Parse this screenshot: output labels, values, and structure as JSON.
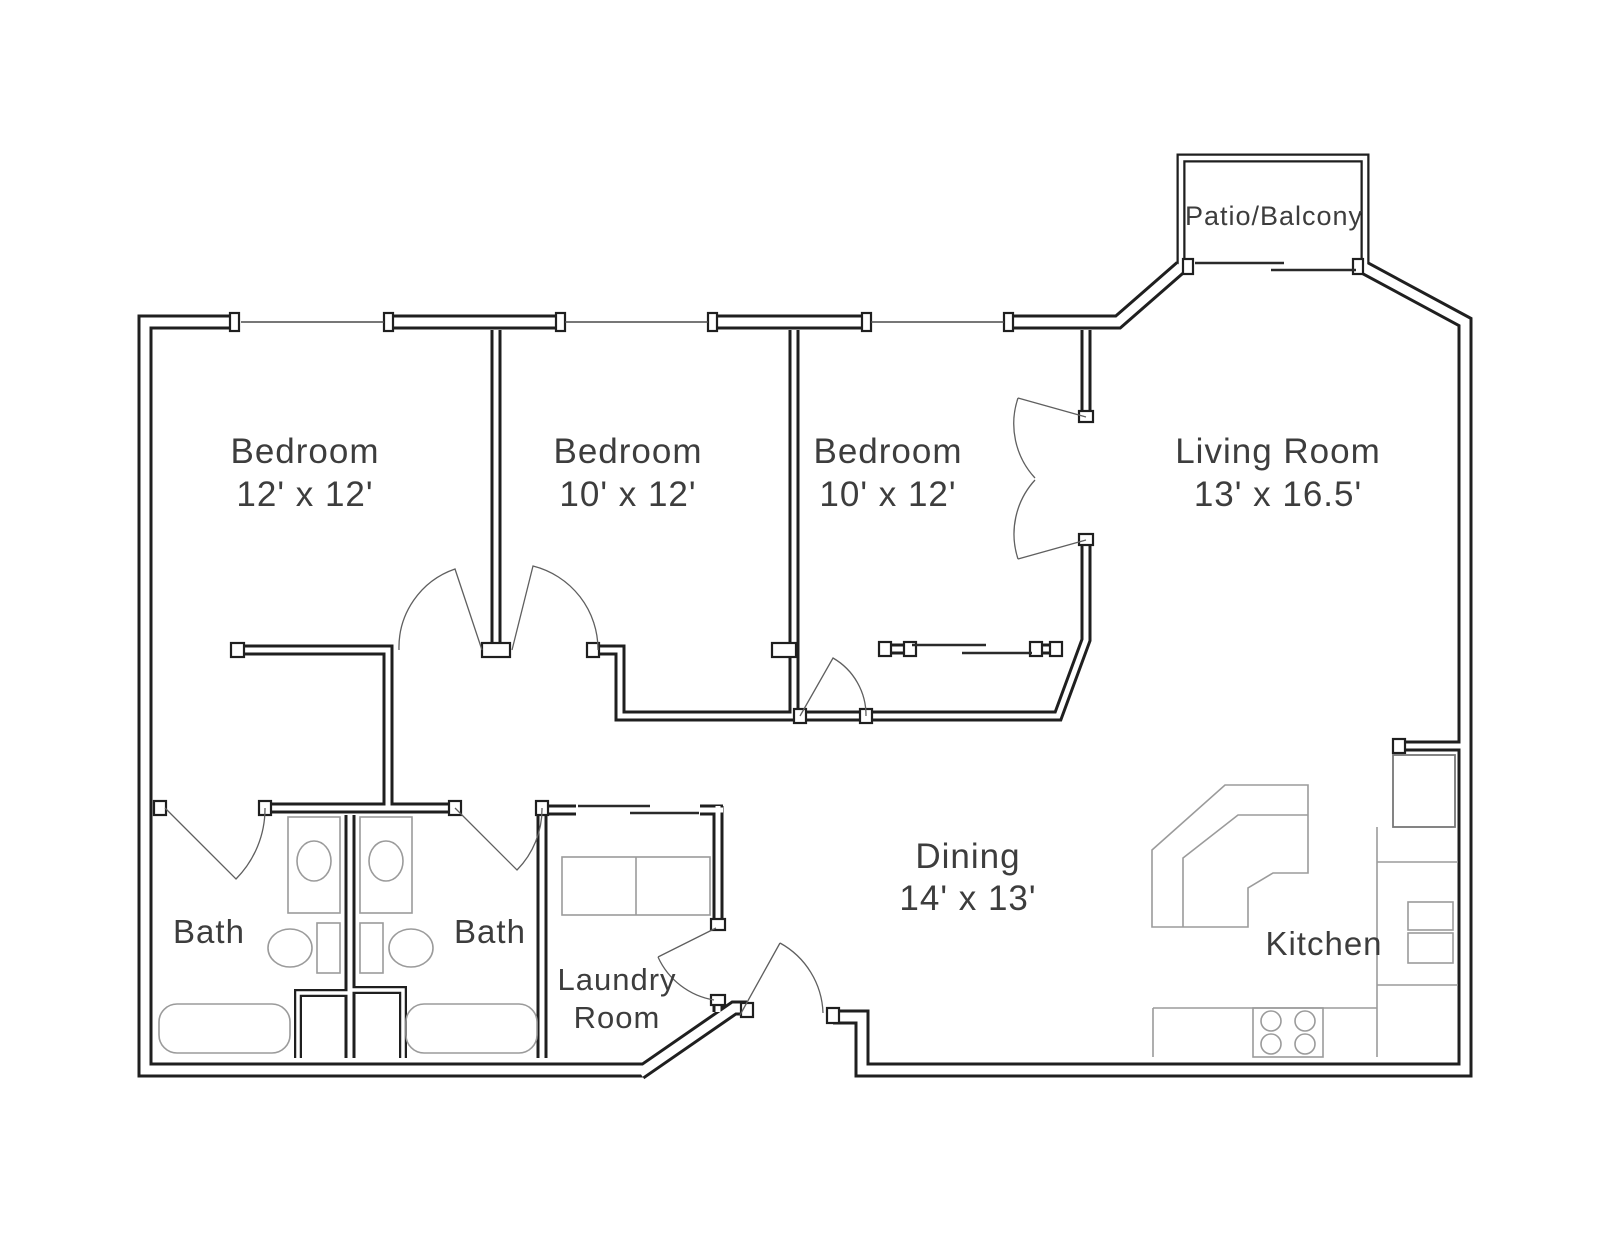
{
  "plan": {
    "rooms": {
      "bedroom1": {
        "name": "Bedroom",
        "dims": "12' x 12'"
      },
      "bedroom2": {
        "name": "Bedroom",
        "dims": "10' x 12'"
      },
      "bedroom3": {
        "name": "Bedroom",
        "dims": "10' x 12'"
      },
      "living_room": {
        "name": "Living Room",
        "dims": "13' x 16.5'"
      },
      "dining": {
        "name": "Dining",
        "dims": "14' x 13'"
      },
      "kitchen": {
        "name": "Kitchen"
      },
      "bath1": {
        "name": "Bath"
      },
      "bath2": {
        "name": "Bath"
      },
      "laundry": {
        "lines": [
          "Laundry",
          "Room"
        ]
      },
      "patio": {
        "name": "Patio/Balcony"
      }
    },
    "colors": {
      "wall": "#1f1f1f",
      "fixture": "#9b9b9b",
      "door_arc": "#5f5f5f",
      "text": "#3d3d3d",
      "background": "#ffffff"
    }
  }
}
